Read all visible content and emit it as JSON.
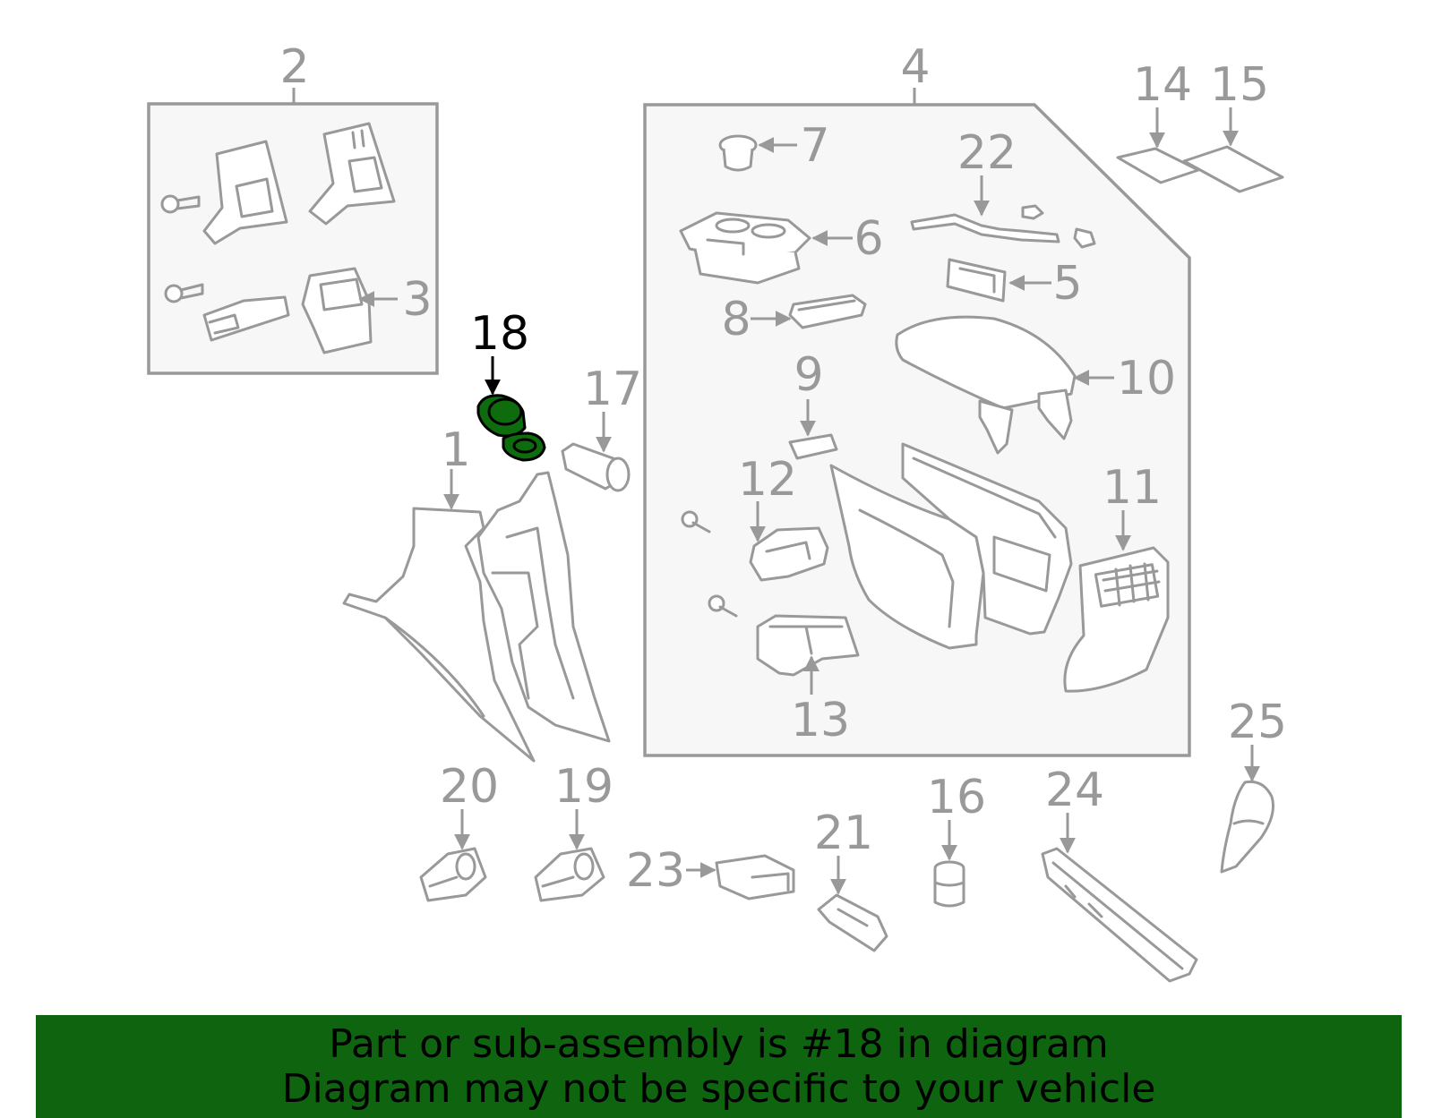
{
  "colors": {
    "line": "#999999",
    "highlight_fill": "#0e6b0e",
    "highlight_label": "#000000",
    "banner_bg": "#0f650f",
    "banner_text": "#000000"
  },
  "highlighted_callout": "18",
  "callouts": {
    "c1": "1",
    "c2": "2",
    "c3": "3",
    "c4": "4",
    "c5": "5",
    "c6": "6",
    "c7": "7",
    "c8": "8",
    "c9": "9",
    "c10": "10",
    "c11": "11",
    "c12": "12",
    "c13": "13",
    "c14": "14",
    "c15": "15",
    "c16": "16",
    "c17": "17",
    "c18": "18",
    "c19": "19",
    "c20": "20",
    "c21": "21",
    "c22": "22",
    "c23": "23",
    "c24": "24",
    "c25": "25"
  },
  "banner": {
    "line1": "Part or sub-assembly is #18 in diagram",
    "line2": "Diagram may not be specific to your vehicle"
  }
}
